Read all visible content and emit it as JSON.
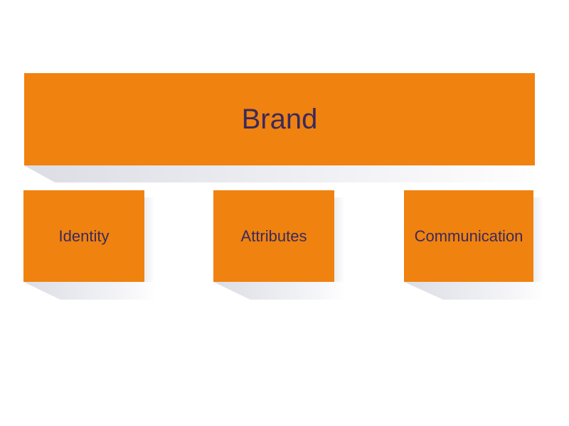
{
  "diagram": {
    "root": {
      "label": "Brand"
    },
    "children": [
      {
        "label": "Identity"
      },
      {
        "label": "Attributes"
      },
      {
        "label": "Communication"
      }
    ]
  },
  "colors": {
    "box_fill": "#f0820f",
    "text": "#3a2a5c",
    "background": "#ffffff"
  }
}
